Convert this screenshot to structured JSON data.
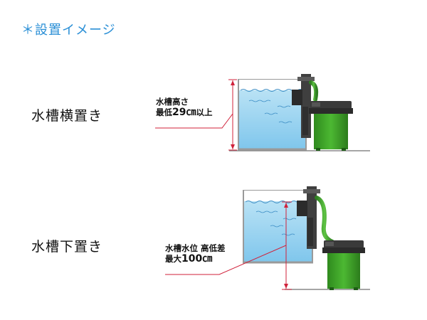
{
  "page": {
    "title": "＊設置イメージ"
  },
  "sections": [
    {
      "label": "水槽横置き",
      "annotation": {
        "line1": "水槽高さ",
        "line2_prefix": "最低",
        "line2_value": "29㎝",
        "line2_suffix": "以上"
      }
    },
    {
      "label": "水槽下置き",
      "annotation": {
        "line1": "水槽水位 高低差",
        "line2_prefix": "最大",
        "line2_value": "100㎝",
        "line2_suffix": ""
      }
    }
  ],
  "colors": {
    "title": "#2a8fd6",
    "water": "#9fd3ef",
    "water_dark": "#5fb6e4",
    "filter_green": "#3fa02a",
    "filter_dark": "#1e5c16",
    "unit_gray": "#444444",
    "dimension_red": "#d0213a"
  }
}
